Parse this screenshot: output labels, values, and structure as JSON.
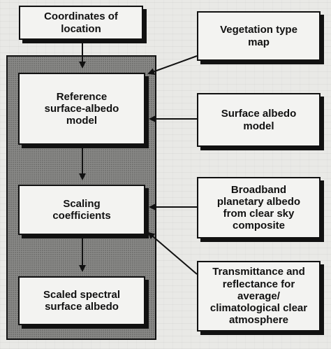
{
  "nodes": {
    "coordinates": [
      "Coordinates of",
      "location"
    ],
    "vegetation": [
      "Vegetation type",
      "map"
    ],
    "reference": [
      "Reference",
      "surface-albedo",
      "model"
    ],
    "surface_model": [
      "Surface albedo",
      "model"
    ],
    "scaling": [
      "Scaling",
      "coefficients"
    ],
    "broadband": [
      "Broadband",
      "planetary albedo",
      "from clear sky",
      "composite"
    ],
    "scaled": [
      "Scaled spectral",
      "surface albedo"
    ],
    "transmittance": [
      "Transmittance and",
      "reflectance for",
      "average/",
      "climatological clear",
      "atmosphere"
    ]
  }
}
